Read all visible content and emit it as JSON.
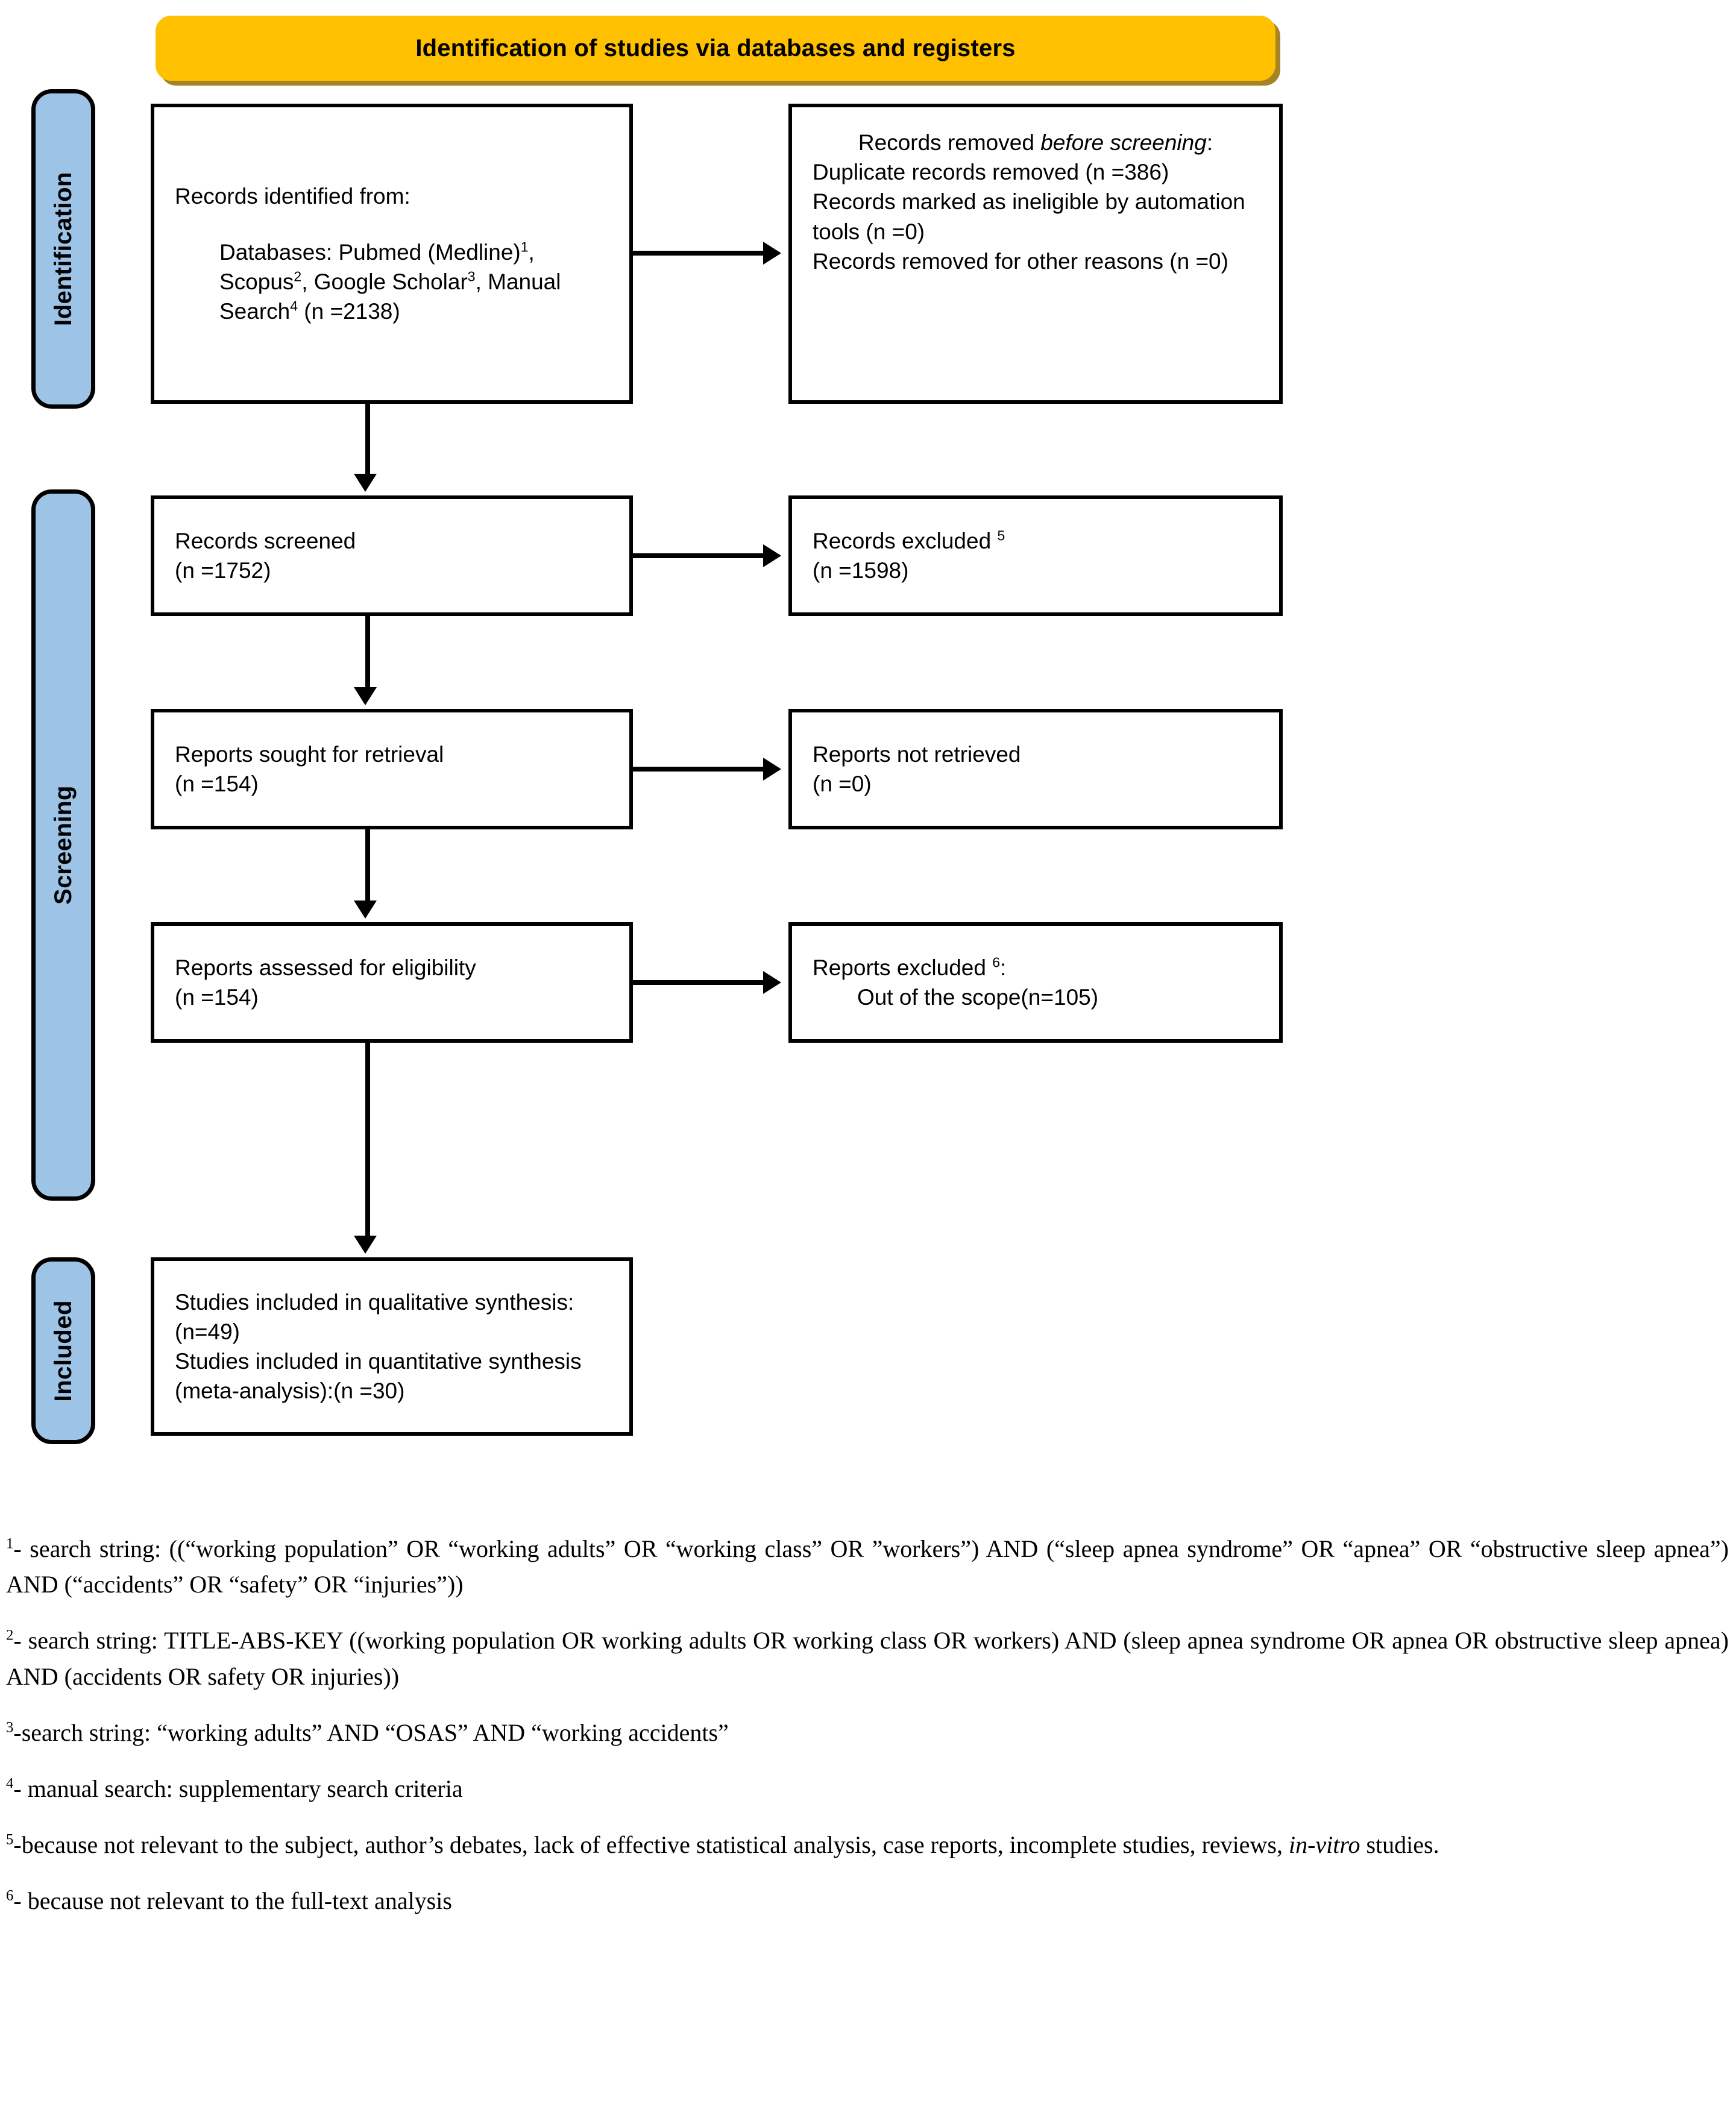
{
  "header": {
    "banner_label": "Identification of studies via databases and registers",
    "banner_color": "#FFC000"
  },
  "phases": {
    "sidebar_color": "#9DC3E6",
    "identification_label": "Identification",
    "screening_label": "Screening",
    "included_label": "Included"
  },
  "boxes": {
    "records_identified": {
      "heading": "Records identified from:",
      "body_prefix": "Databases: Pubmed (Medline)",
      "sup1": "1",
      "body_mid1": ", Scopus",
      "sup2": "2",
      "body_mid2": ", Google Scholar",
      "sup3": "3",
      "body_mid3": ", Manual Search",
      "sup4": "4",
      "body_suffix": " (n =2138)"
    },
    "records_removed": {
      "title_plain": "Records removed ",
      "title_italic": "before screening",
      "title_colon": ":",
      "line1": "Duplicate records removed (n =386)",
      "line2": "Records marked as ineligible by automation tools (n =0)",
      "line3": "Records removed for other reasons (n =0)"
    },
    "records_screened": {
      "line1": "Records screened",
      "line2": "(n =1752)"
    },
    "records_excluded": {
      "line1": "Records excluded ",
      "sup": "5",
      "line2": "(n =1598)"
    },
    "reports_sought": {
      "line1": "Reports sought for retrieval",
      "line2": "(n =154)"
    },
    "reports_not_retrieved": {
      "line1": "Reports not retrieved",
      "line2": "(n =0)"
    },
    "reports_assessed": {
      "line1": "Reports assessed for eligibility",
      "line2": "(n =154)"
    },
    "reports_excluded": {
      "line1": "Reports excluded ",
      "sup": "6",
      "line1_colon": ":",
      "line2": "Out of the scope(n=105)"
    },
    "studies_included": {
      "line1": "Studies included in qualitative synthesis:(n=49)",
      "line2": "Studies included in quantitative synthesis (meta-analysis):(n =30)"
    }
  },
  "footnotes": [
    {
      "marker": "1",
      "text": "- search string: ((“working population” OR “working adults” OR “working class” OR ”workers”) AND (“sleep apnea syndrome” OR “apnea” OR “obstructive sleep apnea”) AND (“accidents” OR “safety” OR “injuries”))"
    },
    {
      "marker": "2",
      "text": "- search string: TITLE-ABS-KEY ((working population OR working adults OR working class OR workers) AND (sleep apnea syndrome OR apnea OR obstructive sleep apnea) AND (accidents OR safety OR injuries))"
    },
    {
      "marker": "3",
      "text": "-search string: “working adults” AND “OSAS” AND “working accidents”"
    },
    {
      "marker": "4",
      "text": "- manual search: supplementary search criteria"
    },
    {
      "marker": "5",
      "text_before": "-because not relevant to the subject, author’s debates, lack of effective statistical analysis, case reports, incomplete studies, reviews, ",
      "text_italic": "in-vitro",
      "text_after": " studies."
    },
    {
      "marker": "6",
      "text": "- because not relevant to the full-text analysis"
    }
  ]
}
